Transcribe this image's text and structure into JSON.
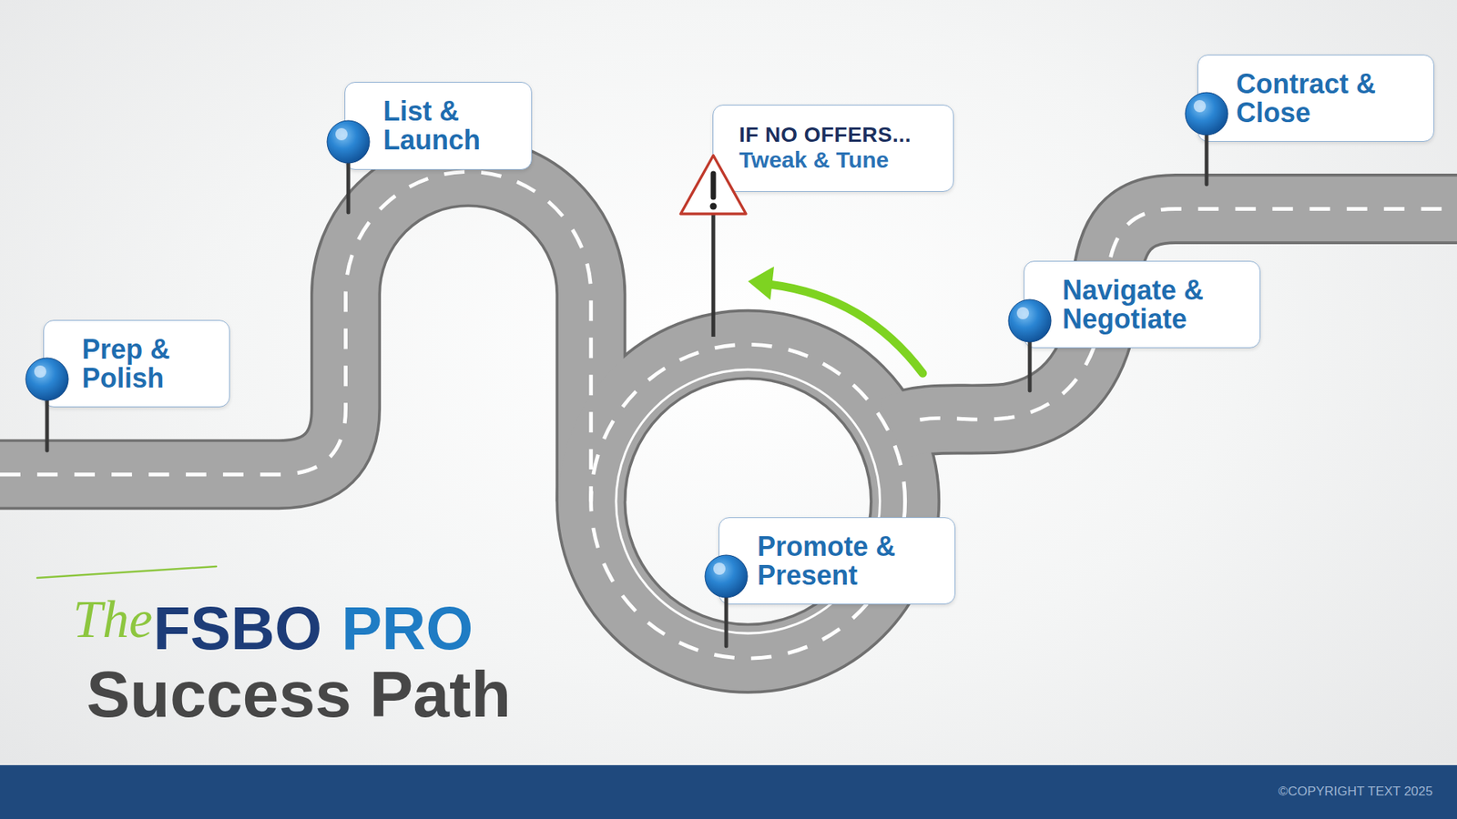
{
  "diagram": {
    "title": "Success Path",
    "nodes": [
      {
        "text": [
          "Prep & Polish"
        ]
      },
      {
        "text": [
          "List & Launch"
        ]
      },
      {
        "text": [
          "IF NO OFFERS...",
          "Tweak & Tune"
        ]
      },
      {
        "text": [
          "Promote & Present"
        ]
      },
      {
        "text": [
          "Navigate & Negotiate"
        ]
      },
      {
        "text": [
          "Contract & Close"
        ]
      }
    ],
    "labels": [
      "The",
      "FSBO",
      "PRO",
      "©COPYRIGHT TEXT 2025"
    ]
  }
}
